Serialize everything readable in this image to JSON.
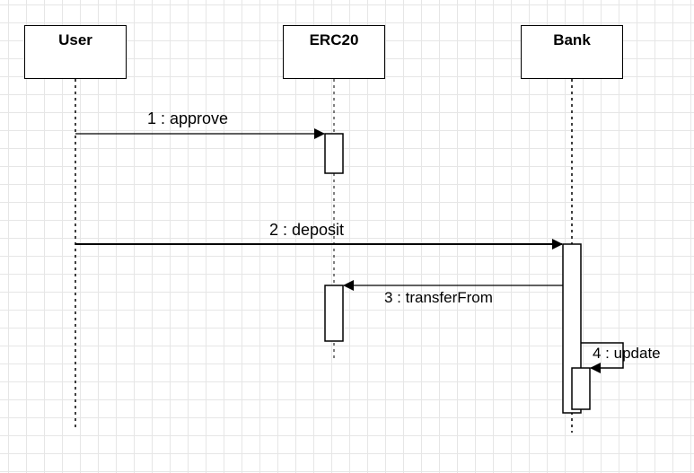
{
  "lifelines": [
    {
      "id": "user",
      "label": "User"
    },
    {
      "id": "erc20",
      "label": "ERC20"
    },
    {
      "id": "bank",
      "label": "Bank"
    }
  ],
  "messages": [
    {
      "number": "1",
      "label": "1 : approve",
      "from": "user",
      "to": "erc20"
    },
    {
      "number": "2",
      "label": "2 : deposit",
      "from": "user",
      "to": "bank"
    },
    {
      "number": "3",
      "label": "3 : transferFrom",
      "from": "bank",
      "to": "erc20"
    },
    {
      "number": "4",
      "label": "4 : update",
      "from": "bank",
      "to": "bank"
    }
  ],
  "colors": {
    "line": "#000000",
    "grid": "#e6e6e6",
    "background": "#ffffff"
  }
}
